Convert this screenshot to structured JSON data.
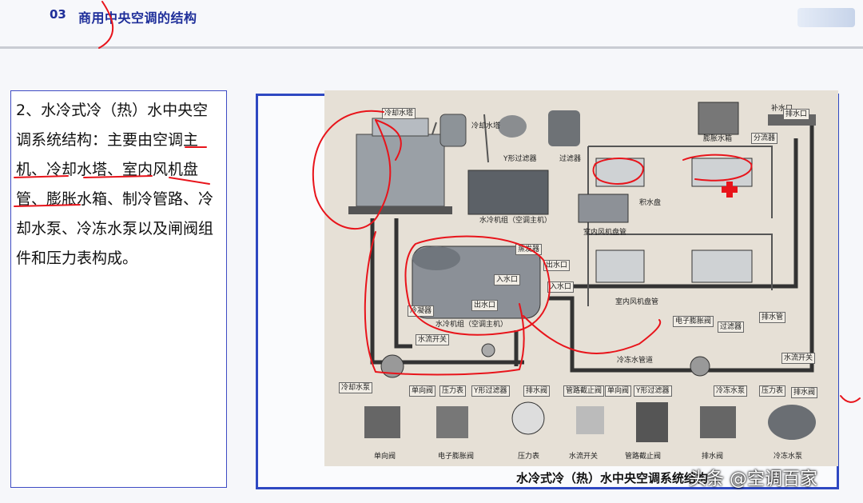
{
  "header": {
    "slide_number": "03",
    "title": "商用中央空调的结构"
  },
  "content": {
    "paragraph": "2、水冷式冷（热）水中央空调系统结构：主要由空调主机、冷却水塔、室内风机盘管、膨胀水箱、制冷管路、冷却水泵、冷冻水泵以及闸阀组件和压力表构成。"
  },
  "figure": {
    "caption": "水冷式冷（热）水中央空调系统结构",
    "labels": {
      "cooling_tower": "冷却水塔",
      "cooling_tower_small": "冷却水塔",
      "y_filter": "Y形过滤器",
      "filter": "过滤器",
      "supply_port": "补水口",
      "expansion_tank": "膨胀水箱",
      "drain_port": "排水口",
      "distributor": "分流器",
      "chiller_caption": "水冷机组（空调主机）",
      "indoor_fcu_top": "室内风机盘管",
      "drain_pan": "积水盘",
      "evaporator": "蒸发器",
      "outlet": "出水口",
      "inlet": "入水口",
      "inlet2": "入水口",
      "outlet2": "出水口",
      "condenser": "冷凝器",
      "chiller_body": "水冷机组（空调主机）",
      "flow_switch": "水流开关",
      "cooling_pump": "冷却水泵",
      "check_valve": "单向阀",
      "pressure_gauge": "压力表",
      "y_filter2": "Y形过滤器",
      "drain_valve": "排水阀",
      "indoor_fcu_bottom": "室内风机盘管",
      "drain_pipe": "排水管",
      "cold_water_pipe": "冷冻水管道",
      "pipe_stop_valve": "管路截止阀",
      "check_valve2": "单向阀",
      "y_filter3": "Y形过滤器",
      "chilled_pump": "冷冻水泵",
      "pressure_gauge2": "压力表",
      "drain_valve2": "排水阀",
      "e_exp_valve": "电子膨胀阀",
      "filter2": "过滤器",
      "water_replenish_valve": "水流开关"
    },
    "components_row": [
      "单向阀",
      "电子膨胀阀",
      "压力表",
      "水流开关",
      "管路截止阀",
      "排水阀",
      "冷冻水泵"
    ]
  },
  "watermark": "头条 @空调百家",
  "colors": {
    "title_blue": "#1f2f9a",
    "frame_blue": "#2e48c2",
    "annotation_red": "#e8141b"
  }
}
